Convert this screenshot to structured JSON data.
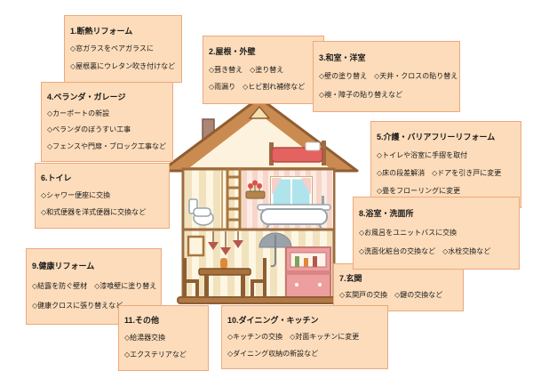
{
  "colors": {
    "box_background": "#fcdcba",
    "box_border": "#eda87e",
    "roof": "#ca8b51",
    "wall_stripe": "#f1e2bd",
    "accent_red": "#e4625f"
  },
  "boxes": [
    {
      "title": "1.断熱リフォーム",
      "items": [
        "◇窓ガラスをペアガラスに",
        "◇屋根裏にウレタン吹き付けなど"
      ]
    },
    {
      "title": "2.屋根・外壁",
      "items": [
        "◇葺き替え　◇塗り替え",
        "◇雨漏り　◇ヒビ割れ補修など"
      ]
    },
    {
      "title": "3.和室・洋室",
      "items": [
        "◇壁の塗り替え　◇天井・クロスの貼り替え",
        "◇襖・障子の貼り替えなど"
      ]
    },
    {
      "title": "4.ベランダ・ガレージ",
      "items": [
        "◇カーポートの新設",
        "◇ベランダのぼうすい工事",
        "◇フェンスや門扉・ブロック工事など"
      ]
    },
    {
      "title": "5.介護・バリアフリーリフォーム",
      "items": [
        "◇トイレや浴室に手摺を取付",
        "◇床の段差解消　◇ドアを引き戸に変更",
        "◇畳をフローリングに変更"
      ]
    },
    {
      "title": "6.トイレ",
      "items": [
        "◇シャワー便座に交換",
        "◇和式便器を洋式便器に交換など"
      ]
    },
    {
      "title": "7.玄関",
      "items": [
        "◇玄関戸の交換　◇鍵の交換など"
      ]
    },
    {
      "title": "8.浴室・洗面所",
      "items": [
        "◇お風呂をユニットバスに交換",
        "◇洗面化粧台の交換など　◇水栓交換など"
      ]
    },
    {
      "title": "9.健康リフォーム",
      "items": [
        "◇結露を防ぐ壁材　◇漆喰壁に塗り替え",
        "◇健康クロスに張り替えなど"
      ]
    },
    {
      "title": "10.ダイニング・キッチン",
      "items": [
        "◇キッチンの交換　◇対面キッチンに変更",
        "◇ダイニング収納の新設など"
      ]
    },
    {
      "title": "11.その他",
      "items": [
        "◇給湯器交換",
        "◇エクステリアなど"
      ]
    }
  ],
  "house": {
    "icons": [
      "roof",
      "chimney",
      "attic-bed",
      "ladder",
      "toilet",
      "window",
      "flower-box",
      "bathtub",
      "pendant-lamps",
      "picture-frame",
      "umbrella",
      "dining-table",
      "chairs",
      "kitchen-cabinet"
    ]
  }
}
